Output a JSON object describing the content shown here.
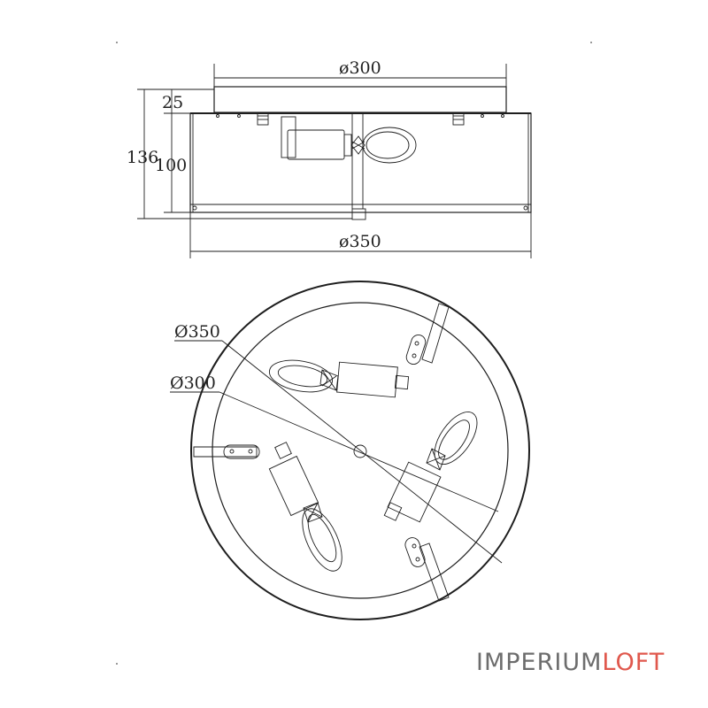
{
  "side_view": {
    "dim_top_width": "ø300",
    "dim_bottom_width": "ø350",
    "dim_total_height": "136",
    "dim_shade_height": "100",
    "dim_canopy_height": "25"
  },
  "bottom_view": {
    "dim_outer": "Ø350",
    "dim_inner": "Ø300"
  },
  "brand": {
    "logo_part1": "IMPERIUM",
    "logo_part2": "LOFT",
    "color_gray": "#6d6d6d",
    "color_accent": "#e0584d"
  }
}
